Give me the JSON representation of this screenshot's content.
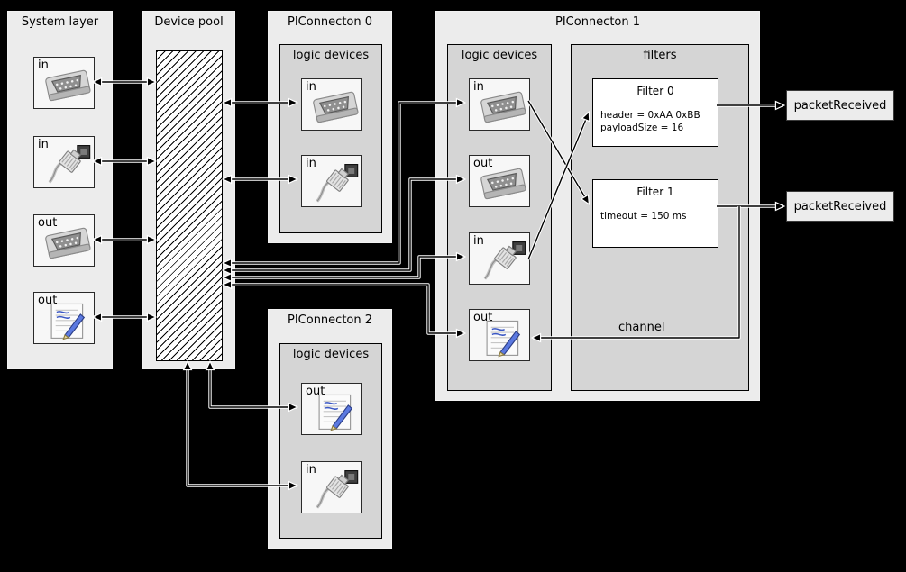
{
  "colors": {
    "background": "#000000",
    "box_fill": "#ececec",
    "inner_fill": "#d5d5d5",
    "device_fill": "#f7f7f7",
    "filter_fill": "#ffffff",
    "scribble_accent": "#3a57c4"
  },
  "system_layer": {
    "title": "System layer",
    "devices": [
      {
        "label": "in",
        "icon": "serial-port-icon"
      },
      {
        "label": "in",
        "icon": "ethernet-plug-icon"
      },
      {
        "label": "out",
        "icon": "serial-port-icon"
      },
      {
        "label": "out",
        "icon": "notepad-icon"
      }
    ]
  },
  "device_pool": {
    "title": "Device pool"
  },
  "piconnecton_0": {
    "title": "PIConnecton 0",
    "section_title": "logic devices",
    "devices": [
      {
        "label": "in",
        "icon": "serial-port-icon"
      },
      {
        "label": "in",
        "icon": "ethernet-plug-icon"
      }
    ]
  },
  "piconnecton_1": {
    "title": "PIConnecton 1",
    "logic_title": "logic devices",
    "filters_title": "filters",
    "devices": [
      {
        "label": "in",
        "icon": "serial-port-icon"
      },
      {
        "label": "out",
        "icon": "serial-port-icon"
      },
      {
        "label": "in",
        "icon": "ethernet-plug-icon"
      },
      {
        "label": "out",
        "icon": "notepad-icon"
      }
    ],
    "filters": [
      {
        "title": "Filter 0",
        "line1": "header = 0xAA 0xBB",
        "line2": "payloadSize = 16"
      },
      {
        "title": "Filter 1",
        "line1": "timeout = 150 ms",
        "line2": ""
      }
    ],
    "channel_label": "channel"
  },
  "piconnecton_2": {
    "title": "PIConnecton 2",
    "section_title": "logic devices",
    "devices": [
      {
        "label": "out",
        "icon": "notepad-icon"
      },
      {
        "label": "in",
        "icon": "ethernet-plug-icon"
      }
    ]
  },
  "outputs": [
    {
      "label": "packetReceived"
    },
    {
      "label": "packetReceived"
    }
  ]
}
